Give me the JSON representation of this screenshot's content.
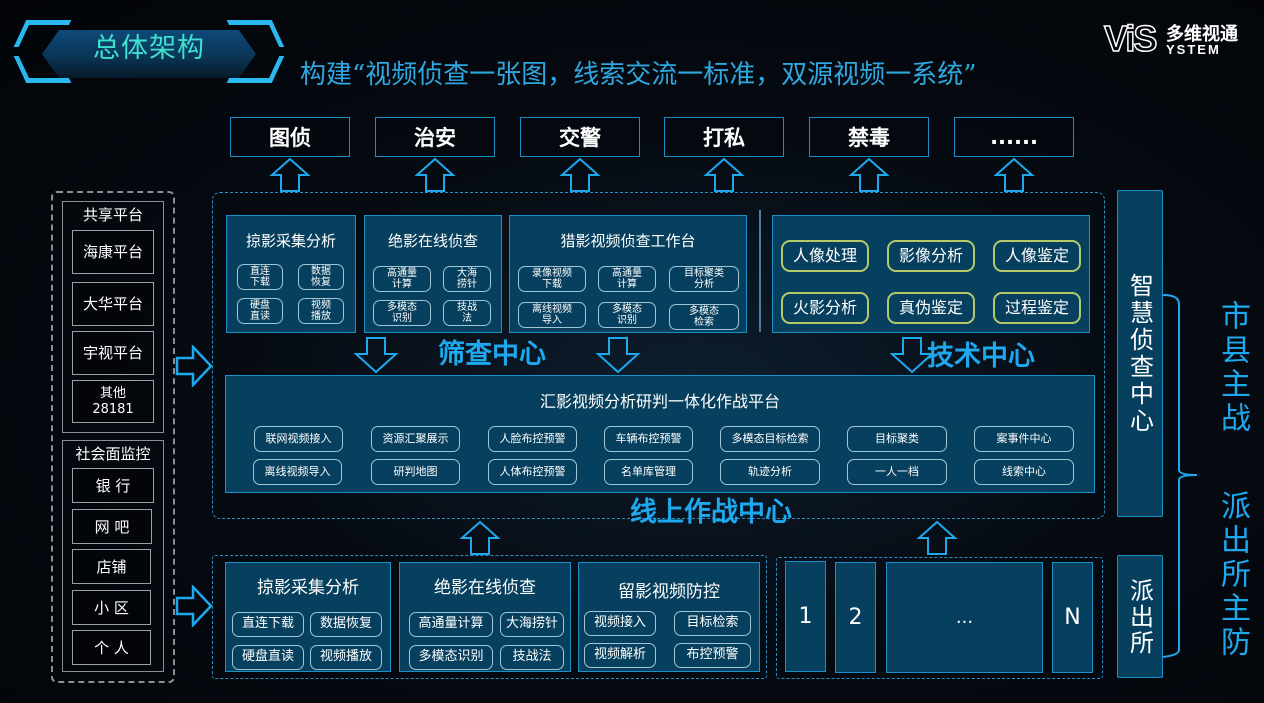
{
  "header": {
    "title": "总体架构",
    "slogan": "构建“视频侦查一张图，线索交流一标准，双源视频一系统”",
    "logo": {
      "mark": "ViS",
      "cn": "多维视通",
      "en": "YSTEM"
    }
  },
  "business_units": [
    "图侦",
    "治安",
    "交警",
    "打私",
    "禁毒",
    "......"
  ],
  "left_sources": {
    "shared_platforms": {
      "title": "共享平台",
      "items": [
        "海康平台",
        "大华平台",
        "宇视平台",
        "其他\n28181"
      ]
    },
    "social_monitoring": {
      "title": "社会面监控",
      "items": [
        "银 行",
        "网 吧",
        "店铺",
        "小 区",
        "个 人"
      ]
    }
  },
  "screening_center": {
    "label": "筛查中心",
    "modules": [
      {
        "title": "掠影采集分析",
        "buttons": [
          "直连\n下载",
          "数据\n恢复",
          "硬盘\n直读",
          "视频\n播放"
        ]
      },
      {
        "title": "绝影在线侦查",
        "buttons": [
          "高通量\n计算",
          "大海\n捞针",
          "多模态\n识别",
          "技战\n法"
        ]
      },
      {
        "title": "猎影视频侦查工作台",
        "buttons": [
          "录像视频\n下载",
          "高通量\n计算",
          "目标聚类\n分析",
          "离线视频\n导入",
          "多模态\n识别",
          "多模态\n检索"
        ]
      }
    ]
  },
  "tech_center": {
    "label": "技术中心",
    "buttons": [
      "人像处理",
      "影像分析",
      "人像鉴定",
      "火影分析",
      "真伪鉴定",
      "过程鉴定"
    ]
  },
  "online_center": {
    "label": "线上作战中心",
    "platform_title": "汇影视频分析研判一体化作战平台",
    "buttons_row1": [
      "联网视频接入",
      "资源汇聚展示",
      "人脸布控预警",
      "车辆布控预警",
      "多模态目标检索",
      "目标聚类",
      "案事件中心"
    ],
    "buttons_row2": [
      "离线视频导入",
      "研判地图",
      "人体布控预警",
      "名单库管理",
      "轨迹分析",
      "一人一档",
      "线索中心"
    ]
  },
  "police_station_modules": [
    {
      "title": "掠影采集分析",
      "buttons": [
        "直连下载",
        "数据恢复",
        "硬盘直读",
        "视频播放"
      ]
    },
    {
      "title": "绝影在线侦查",
      "buttons": [
        "高通量计算",
        "大海捞针",
        "多模态识别",
        "技战法"
      ]
    },
    {
      "title": "留影视频防控",
      "buttons": [
        "视频接入",
        "目标检索",
        "视频解析",
        "布控预警"
      ]
    }
  ],
  "stations": [
    "1",
    "2",
    "...",
    "N"
  ],
  "right_labels": {
    "smart_center": "智慧侦查中心",
    "station": "派出所",
    "city_county": "市县主战",
    "station_defense": "派出所主防"
  },
  "colors": {
    "accent": "#1ea8ee",
    "panel": "#07405e",
    "panel_border": "#1c90c6",
    "title_teal": "#3fe0d0",
    "tech_pill_border": "#b5c86a"
  }
}
